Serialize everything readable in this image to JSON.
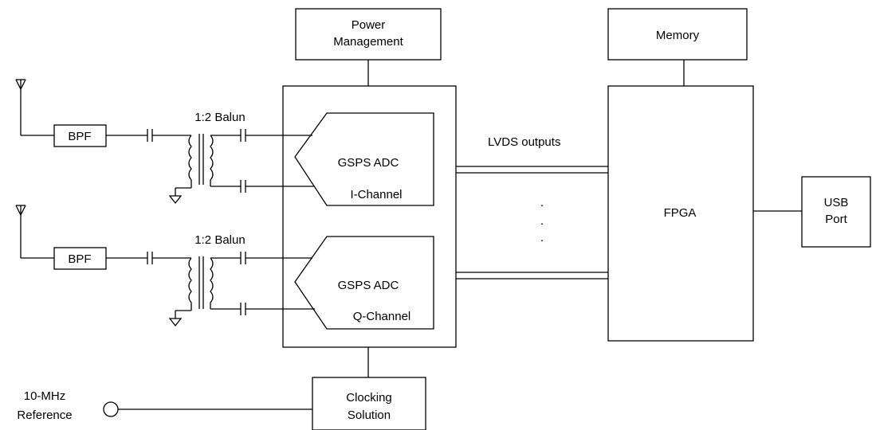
{
  "blocks": {
    "power_management": [
      "Power",
      "Management"
    ],
    "memory": "Memory",
    "fpga": "FPGA",
    "usb_port": [
      "USB",
      "Port"
    ],
    "clocking_solution": [
      "Clocking",
      "Solution"
    ],
    "reference": [
      "10-MHz",
      "Reference"
    ]
  },
  "i_path": {
    "filter": "BPF",
    "balun": "1:2 Balun",
    "adc": "GSPS ADC",
    "channel": "I-Channel"
  },
  "q_path": {
    "filter": "BPF",
    "balun": "1:2 Balun",
    "adc": "GSPS ADC",
    "channel": "Q-Channel"
  },
  "bus": {
    "label": "LVDS outputs",
    "ellipsis": [
      "·",
      "·",
      "·"
    ]
  }
}
